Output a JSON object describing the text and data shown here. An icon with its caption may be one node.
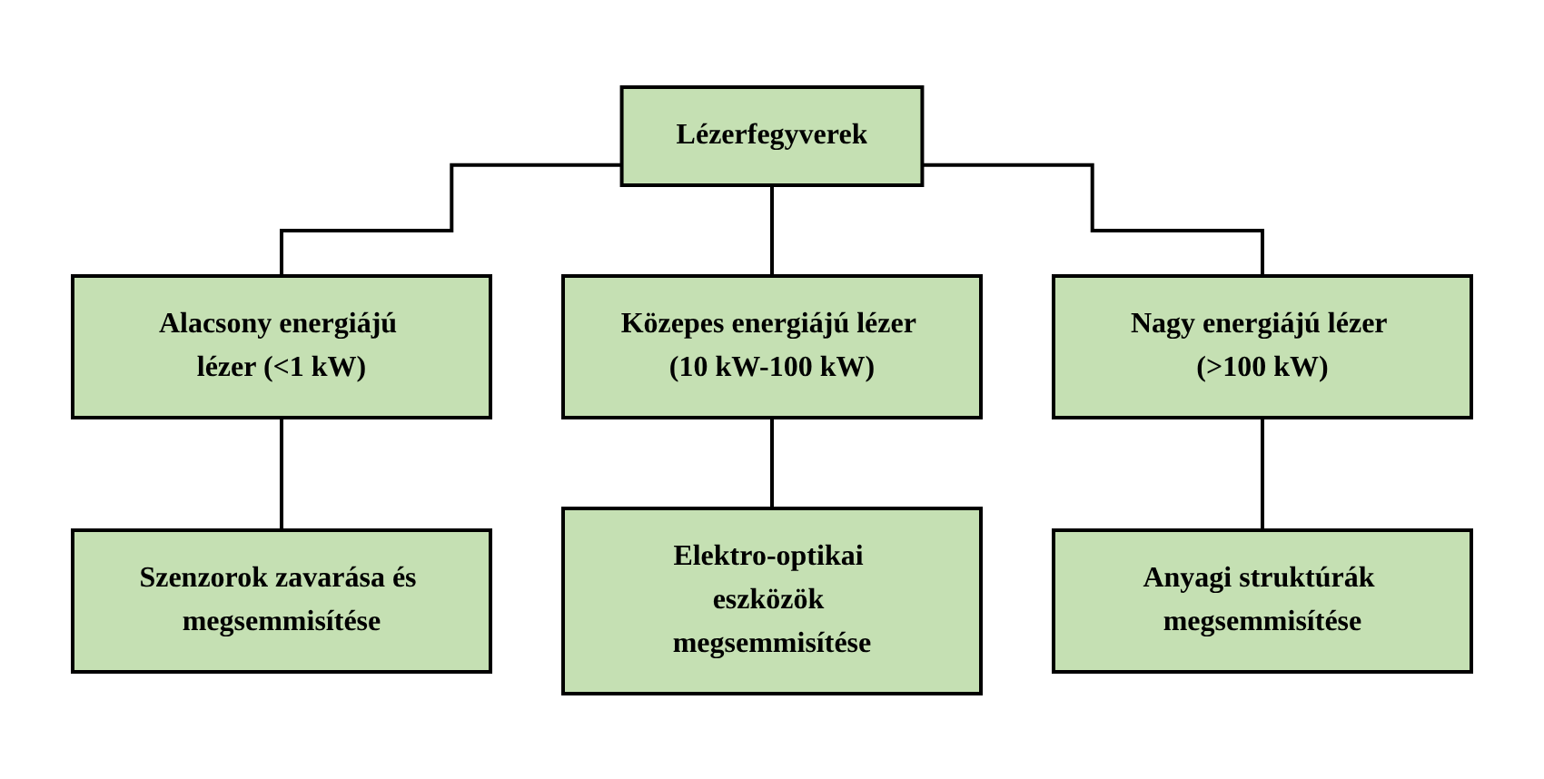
{
  "diagram": {
    "nodes": [
      {
        "text": [
          "Lézerfegyverek"
        ]
      },
      {
        "text": [
          "Alacsony energiájú lézer (<1 kW)"
        ]
      },
      {
        "text": [
          "Közepes energiájú lézer (10 kW-100 kW)"
        ]
      },
      {
        "text": [
          "Nagy energiájú lézer (>100 kW)"
        ]
      },
      {
        "text": [
          "Szenzorok zavarása és megsemmisítése"
        ]
      },
      {
        "text": [
          "Elektro-optikai eszközök megsemmisítése"
        ]
      },
      {
        "text": [
          "Anyagi struktúrák megsemmisítése"
        ]
      }
    ],
    "edges": [
      {
        "from": 0,
        "to": 1,
        "arrow": "none"
      },
      {
        "from": 0,
        "to": 2,
        "arrow": "none"
      },
      {
        "from": 0,
        "to": 3,
        "arrow": "none"
      },
      {
        "from": 1,
        "to": 4,
        "arrow": "none"
      },
      {
        "from": 2,
        "to": 5,
        "arrow": "none"
      },
      {
        "from": 3,
        "to": 6,
        "arrow": "none"
      }
    ]
  }
}
